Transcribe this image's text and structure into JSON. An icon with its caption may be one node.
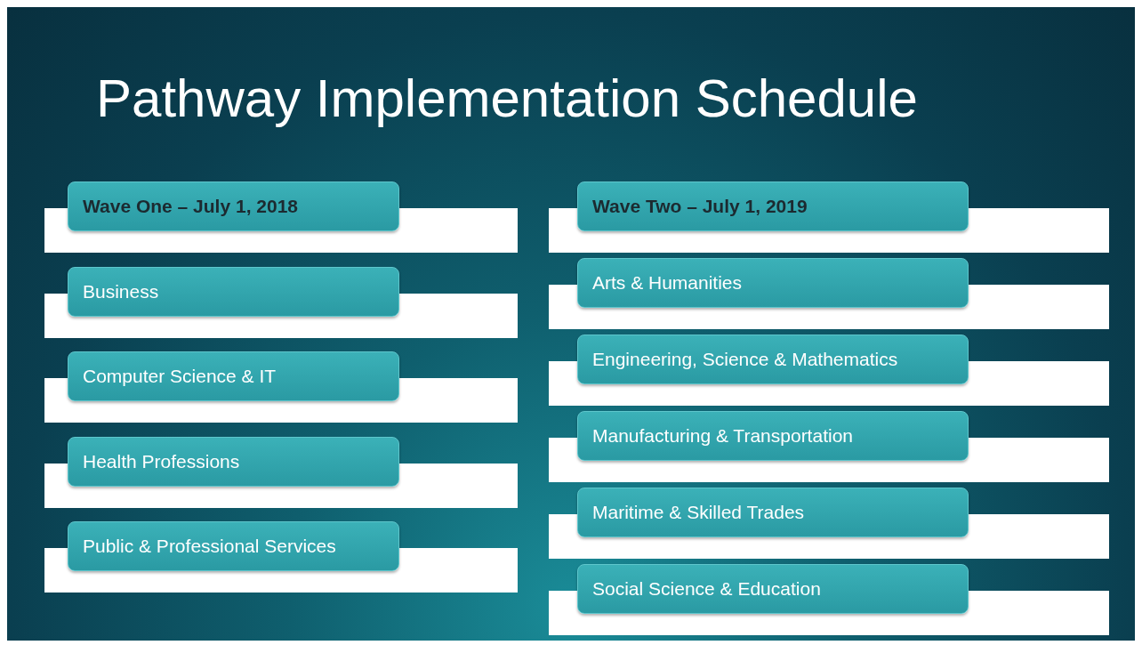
{
  "diagram": {
    "title": "Pathway Implementation Schedule",
    "nodes": [
      {
        "text": [
          "Wave One – July 1, 2018"
        ]
      },
      {
        "text": [
          "Business"
        ]
      },
      {
        "text": [
          "Computer Science & IT"
        ]
      },
      {
        "text": [
          "Health Professions"
        ]
      },
      {
        "text": [
          "Public & Professional Services"
        ]
      },
      {
        "text": [
          "Wave Two – July 1, 2019"
        ]
      },
      {
        "text": [
          "Arts & Humanities"
        ]
      },
      {
        "text": [
          "Engineering, Science & Mathematics"
        ]
      },
      {
        "text": [
          "Manufacturing & Transportation"
        ]
      },
      {
        "text": [
          "Maritime & Skilled Trades"
        ]
      },
      {
        "text": [
          "Social Science & Education"
        ]
      }
    ]
  }
}
